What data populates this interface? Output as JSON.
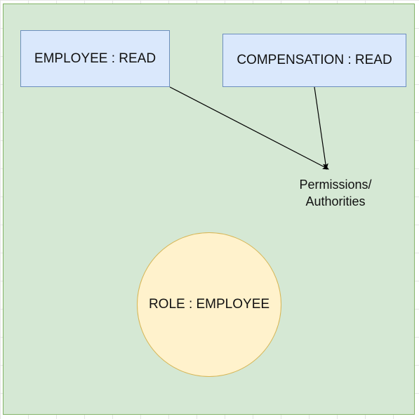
{
  "nodes": {
    "employee_read": "EMPLOYEE : READ",
    "compensation_read": "COMPENSATION : READ",
    "permissions_line1": "Permissions/",
    "permissions_line2": "Authorities",
    "role_employee": "ROLE : EMPLOYEE"
  },
  "edges": [
    {
      "from": "EMPLOYEE : READ",
      "to": "Permissions/ Authorities"
    },
    {
      "from": "COMPENSATION : READ",
      "to": "Permissions/ Authorities"
    }
  ],
  "colors": {
    "container_fill": "#d5e8d4",
    "container_border": "#82b366",
    "box_fill": "#dae8fc",
    "box_border": "#6c8ebf",
    "circle_fill": "#fff2cc",
    "circle_border": "#d6b656"
  }
}
